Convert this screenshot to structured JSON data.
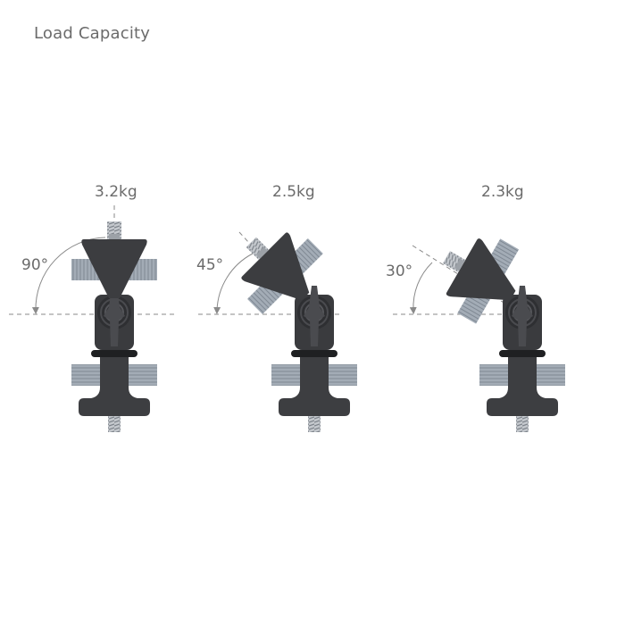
{
  "title": "Load Capacity",
  "mounts": [
    {
      "weight": "3.2kg",
      "angle": "90°"
    },
    {
      "weight": "2.5kg",
      "angle": "45°"
    },
    {
      "weight": "2.3kg",
      "angle": "30°"
    }
  ],
  "colors": {
    "text": "#6b6b6b",
    "body": "#3e3f42",
    "body_dark": "#2c2d30",
    "strap": "#9aa3ad",
    "screw": "#b8bcc2",
    "guide_line": "#8a8a8a"
  }
}
